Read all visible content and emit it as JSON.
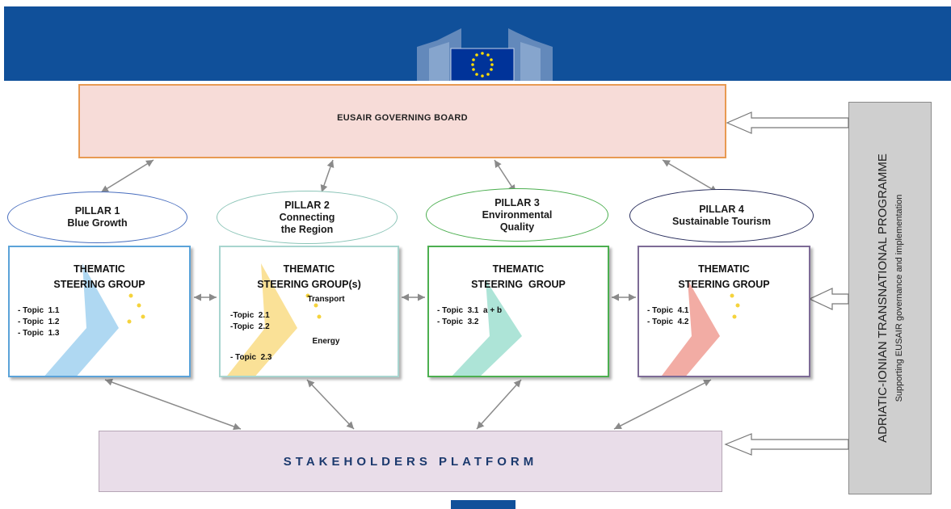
{
  "board": {
    "label": "EUSAIR GOVERNING BOARD"
  },
  "programme": {
    "title": "ADRIATIC-IONIAN TRANSNATIONAL PROGRAMME",
    "subtitle": "Supporting EUSAIR governance and implementation"
  },
  "pillars": [
    {
      "line1": "PILLAR 1",
      "line2": "Blue Growth",
      "line3": "",
      "color": "#4a6fbf"
    },
    {
      "line1": "PILLAR 2",
      "line2": "Connecting",
      "line3": "the Region",
      "color": "#8cc5b8"
    },
    {
      "line1": "PILLAR 3",
      "line2": "Environmental",
      "line3": "Quality",
      "color": "#4caf50"
    },
    {
      "line1": "PILLAR 4",
      "line2": "Sustainable Tourism",
      "line3": "",
      "color": "#2a2f5e"
    }
  ],
  "groups": [
    {
      "title1": "THEMATIC",
      "title2": "STEERING GROUP",
      "topics": [
        "- Topic  1.1",
        "- Topic  1.2",
        "- Topic  1.3"
      ],
      "border": "#5ba3d9",
      "accent": "#6db8e8"
    },
    {
      "title1": "THEMATIC",
      "title2": "STEERING GROUP(s)",
      "sub1": "Transport",
      "topics_a": [
        "-Topic  2.1",
        "-Topic  2.2"
      ],
      "sub2": "Energy",
      "topics_b": [
        "- Topic  2.3"
      ],
      "border": "#a8d5cf",
      "accent": "#f5c842"
    },
    {
      "title1": "THEMATIC",
      "title2": "STEERING  GROUP",
      "topics": [
        "- Topic  3.1  a + b",
        "- Topic  3.2"
      ],
      "border": "#4caf50",
      "accent": "#5cc9b0"
    },
    {
      "title1": "THEMATIC",
      "title2": "STEERING GROUP",
      "topics": [
        "- Topic  4.1",
        "- Topic  4.2"
      ],
      "border": "#7d6b96",
      "accent": "#e8685a"
    }
  ],
  "stakeholders": {
    "label": "STAKEHOLDERS PLATFORM"
  },
  "colors": {
    "eu_blue": "#10509a",
    "eu_yellow": "#ffdd00",
    "board_fill": "#f7dcd8",
    "board_border": "#e89a52",
    "stake_fill": "#e9dde9",
    "programme_fill": "#cfcfcf"
  }
}
